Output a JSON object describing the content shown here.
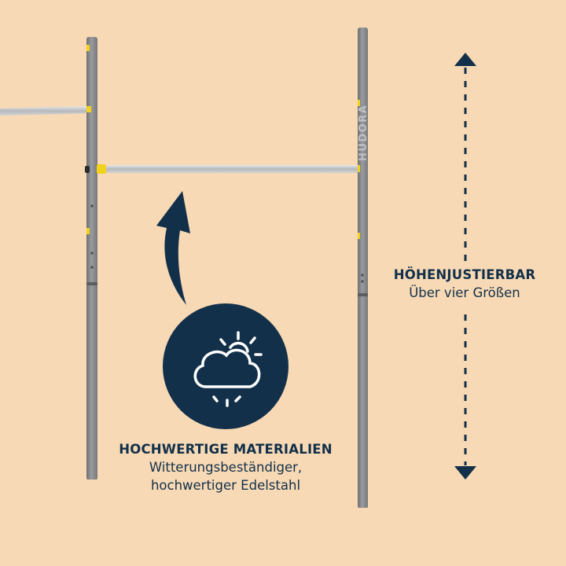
{
  "background_color": "#F7D9B5",
  "accent_color": "#12304A",
  "product": {
    "brand_mark": "HUDORA",
    "pole_color": "#8E8F92",
    "clip_color": "#F2D21B",
    "bar_color": "#C9CBCE"
  },
  "features": {
    "materials": {
      "icon": "weather-sun-cloud-icon",
      "title": "HOCHWERTIGE MATERIALIEN",
      "line1": "Witterungsbeständiger,",
      "line2": "hochwertiger Edelstahl"
    },
    "height": {
      "icon": "double-arrow-vertical-icon",
      "title": "HÖHENJUSTIERBAR",
      "subtitle": "Über vier Größen"
    }
  }
}
